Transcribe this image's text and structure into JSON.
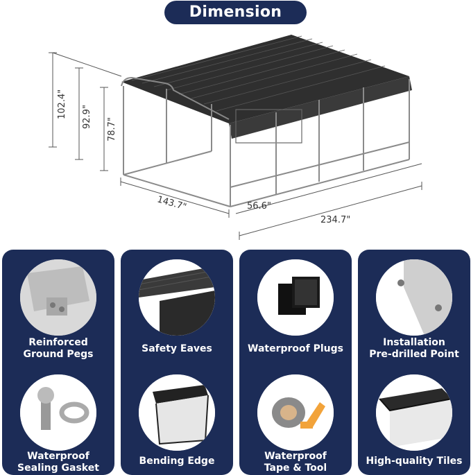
{
  "title": "Dimension",
  "dimensions": {
    "height_total": "102.4\"",
    "height_mid": "92.9\"",
    "height_side": "78.7\"",
    "width": "143.7\"",
    "bay": "56.6\"",
    "length": "234.7\""
  },
  "features": [
    {
      "label_line1": "Reinforced",
      "label_line2": "Ground Pegs",
      "icon": "ground-peg-icon"
    },
    {
      "label_line1": "Safety Eaves",
      "label_line2": "",
      "icon": "eave-icon"
    },
    {
      "label_line1": "Waterproof Plugs",
      "label_line2": "",
      "icon": "plug-icon"
    },
    {
      "label_line1": "Installation",
      "label_line2": "Pre-drilled Point",
      "icon": "drilled-point-icon"
    },
    {
      "label_line1": "Waterproof",
      "label_line2": "Sealing Gasket",
      "icon": "gasket-icon"
    },
    {
      "label_line1": "Bending Edge",
      "label_line2": "",
      "icon": "bending-edge-icon"
    },
    {
      "label_line1": "Waterproof",
      "label_line2": "Tape & Tool",
      "icon": "tape-icon"
    },
    {
      "label_line1": "High-quality Tiles",
      "label_line2": "",
      "icon": "tiles-icon"
    }
  ],
  "colors": {
    "panel": "#1c2c57",
    "text": "#ffffff",
    "roof": "#2b2b2b"
  }
}
